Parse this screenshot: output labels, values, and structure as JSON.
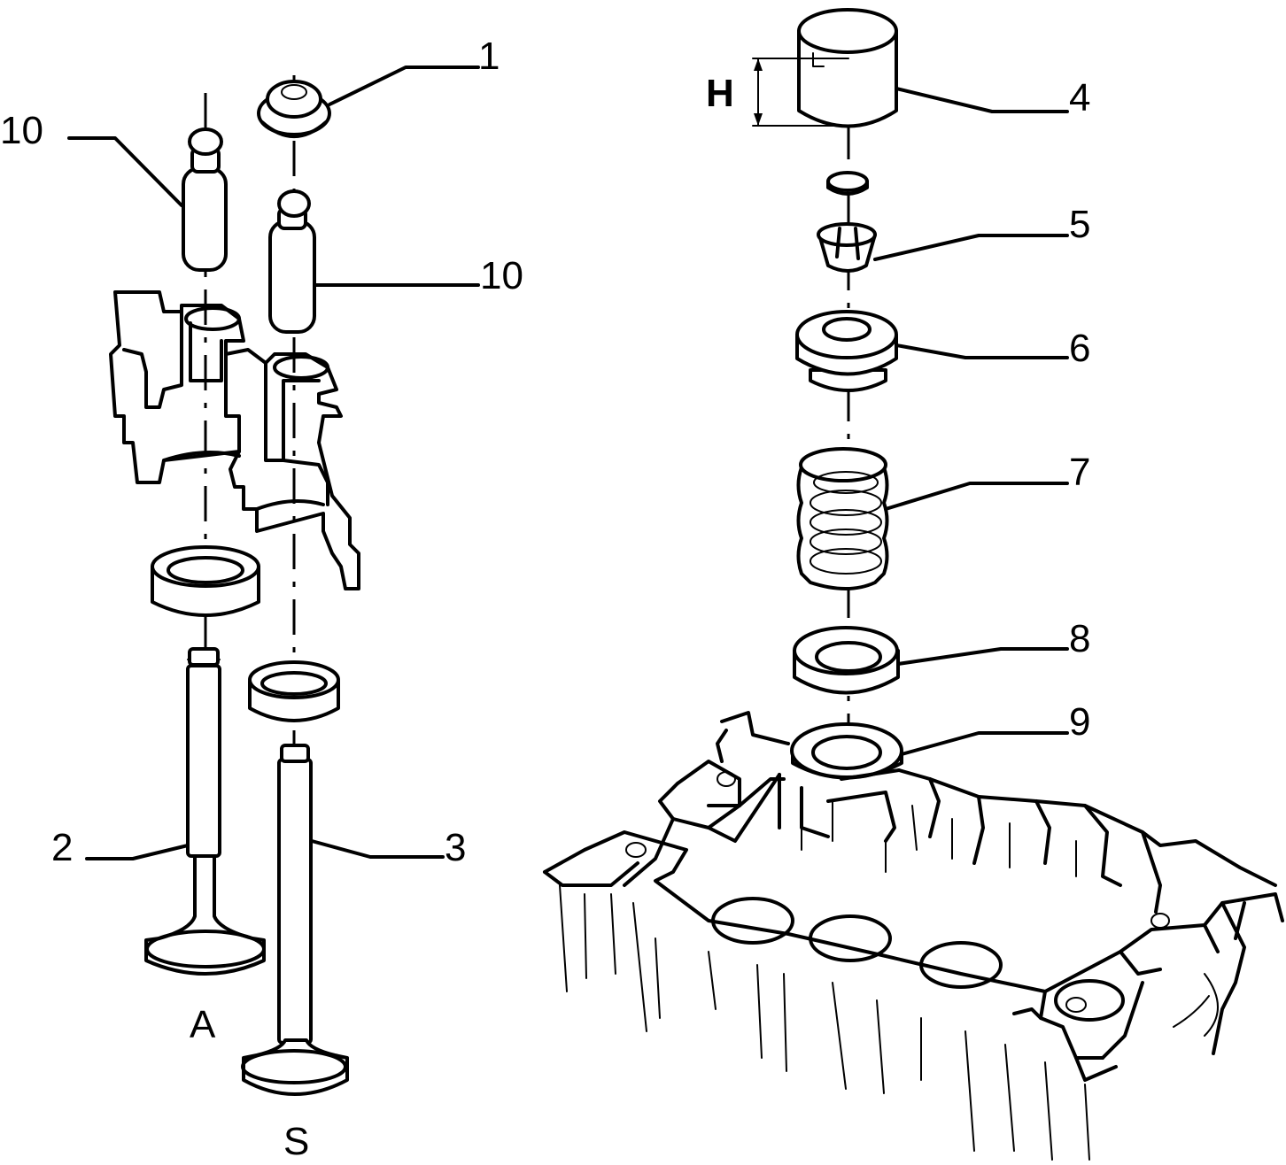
{
  "labels": {
    "n1": "1",
    "n2": "2",
    "n3": "3",
    "n4": "4",
    "n5": "5",
    "n6": "6",
    "n7": "7",
    "n8": "8",
    "n9": "9",
    "n10a": "10",
    "n10b": "10",
    "a": "A",
    "s": "S",
    "h": "H"
  }
}
